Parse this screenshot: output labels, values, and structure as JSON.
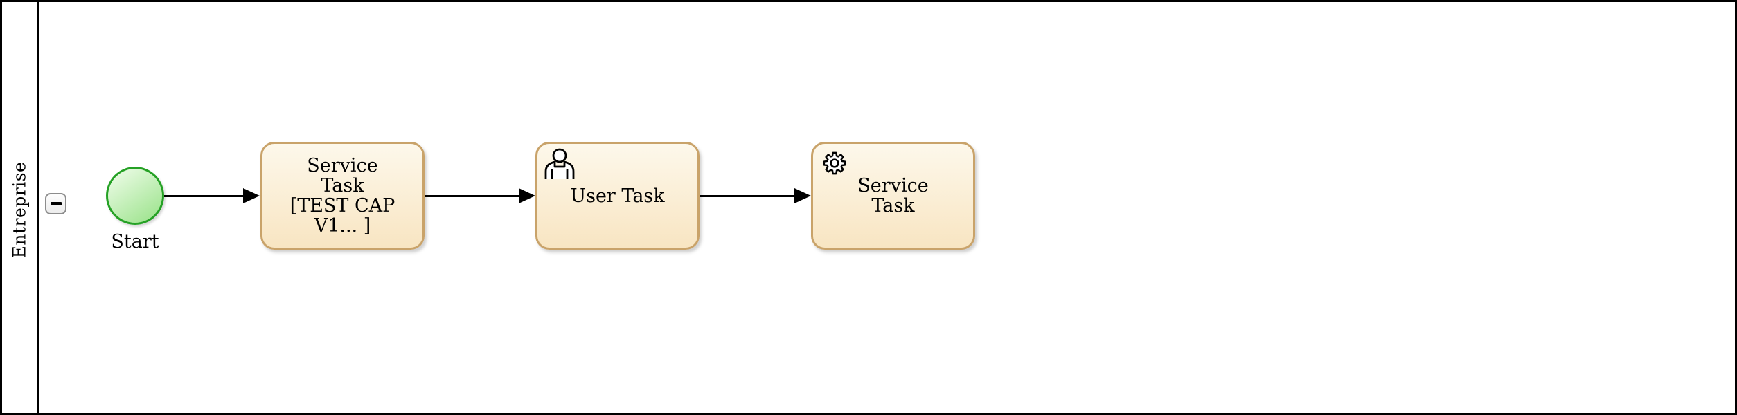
{
  "pool": {
    "label": "Entreprise",
    "collapse_marker": "minus-icon"
  },
  "nodes": {
    "start_event": {
      "type": "start-event",
      "label": "Start"
    },
    "task1": {
      "type": "service-task",
      "lines": [
        "Service",
        "Task",
        "[TEST CAP",
        "V1... ]"
      ],
      "icon": "none"
    },
    "task2": {
      "type": "user-task",
      "label": "User Task",
      "icon": "user-icon"
    },
    "task3": {
      "type": "service-task",
      "lines": [
        "Service",
        "Task"
      ],
      "icon": "gear-icon"
    }
  },
  "connectors": [
    {
      "from": "Start",
      "to": "Service Task [TEST CAP V1... ]"
    },
    {
      "from": "Service Task [TEST CAP V1... ]",
      "to": "User Task"
    },
    {
      "from": "User Task",
      "to": "Service Task"
    }
  ],
  "colors": {
    "task_border": "#c9a36a",
    "task_fill_top": "#fdf8eb",
    "task_fill_bottom": "#f8e5c2",
    "start_border": "#25a125",
    "start_fill_top": "#e4f9dd",
    "start_fill_bottom": "#9ce38c",
    "arrow": "#000000",
    "pool_border": "#000000",
    "collapse_border": "#8c8c8c"
  }
}
